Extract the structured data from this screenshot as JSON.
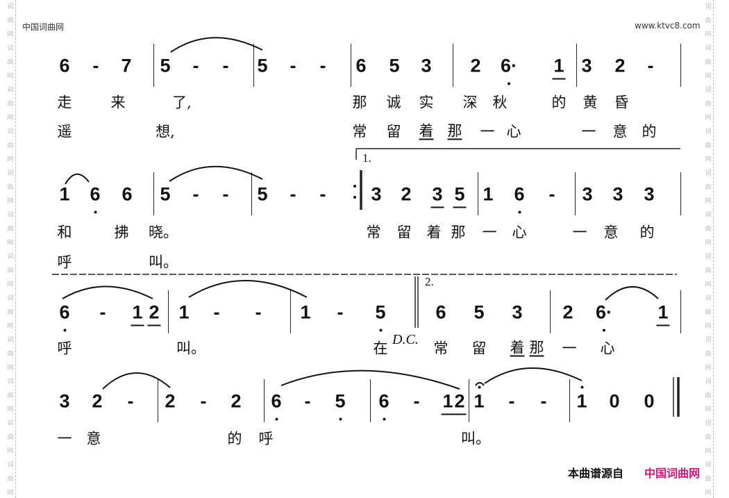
{
  "header": {
    "site_left": "中国词曲网",
    "site_right": "www.ktvc8.com"
  },
  "watermark": [
    "词",
    "曲",
    "网"
  ],
  "lines": [
    {
      "notes": [
        {
          "n": "6"
        },
        {
          "n": "-"
        },
        {
          "n": "7"
        },
        {
          "n": "5"
        },
        {
          "n": "-"
        },
        {
          "n": "-"
        },
        {
          "n": "5"
        },
        {
          "n": "-"
        },
        {
          "n": "-"
        },
        {
          "n": "6"
        },
        {
          "n": "5"
        },
        {
          "n": "3"
        },
        {
          "n": "2"
        },
        {
          "n": "6·",
          "low": true
        },
        {
          "n": "1",
          "ul": true
        },
        {
          "n": "3"
        },
        {
          "n": "2"
        },
        {
          "n": "-"
        }
      ],
      "lyrics": [
        [
          "走",
          "来",
          "了,",
          "那",
          "诚",
          "实",
          "深",
          "秋",
          "的",
          "黄",
          "昏"
        ],
        [
          "遥",
          "想,",
          "常",
          "留",
          "着",
          "那",
          "一",
          "心",
          "一",
          "意",
          "的"
        ]
      ]
    },
    {
      "notes": [
        {
          "n": "1"
        },
        {
          "n": "6",
          "low": true
        },
        {
          "n": "6"
        },
        {
          "n": "5"
        },
        {
          "n": "-"
        },
        {
          "n": "-"
        },
        {
          "n": "5"
        },
        {
          "n": "-"
        },
        {
          "n": "-"
        },
        {
          "n": "3"
        },
        {
          "n": "2"
        },
        {
          "n": "3",
          "ul": true
        },
        {
          "n": "5",
          "ul": true
        },
        {
          "n": "1"
        },
        {
          "n": "6",
          "low": true
        },
        {
          "n": "-"
        },
        {
          "n": "3"
        },
        {
          "n": "3"
        },
        {
          "n": "3"
        }
      ],
      "volta": "1.",
      "lyrics": [
        [
          "和",
          "拂",
          "晓。",
          "常",
          "留",
          "着",
          "那",
          "一",
          "心",
          "一",
          "意",
          "的"
        ],
        [
          "呼",
          "叫。"
        ]
      ]
    },
    {
      "notes": [
        {
          "n": "6",
          "low": true
        },
        {
          "n": "-"
        },
        {
          "n": "1",
          "ul": true
        },
        {
          "n": "2",
          "ul": true
        },
        {
          "n": "1"
        },
        {
          "n": "-"
        },
        {
          "n": "-"
        },
        {
          "n": "1"
        },
        {
          "n": "-"
        },
        {
          "n": "5",
          "low": true
        },
        {
          "n": "6"
        },
        {
          "n": "5"
        },
        {
          "n": "3"
        },
        {
          "n": "2"
        },
        {
          "n": "6·",
          "low": true
        },
        {
          "n": "1",
          "ul": true
        }
      ],
      "volta": "2.",
      "dc": "D.C.",
      "lyrics": [
        [
          "呼",
          "叫。",
          "在",
          "常",
          "留",
          "着",
          "那",
          "一",
          "心"
        ]
      ]
    },
    {
      "notes": [
        {
          "n": "3"
        },
        {
          "n": "2"
        },
        {
          "n": "-"
        },
        {
          "n": "2"
        },
        {
          "n": "-"
        },
        {
          "n": "2"
        },
        {
          "n": "6",
          "low": true
        },
        {
          "n": "-"
        },
        {
          "n": "5",
          "low": true
        },
        {
          "n": "6",
          "low": true
        },
        {
          "n": "-"
        },
        {
          "n": "1",
          "ul": true
        },
        {
          "n": "2",
          "ul": true
        },
        {
          "n": "1",
          "high": true
        },
        {
          "n": "-"
        },
        {
          "n": "-"
        },
        {
          "n": "1",
          "high": true
        },
        {
          "n": "0"
        },
        {
          "n": "0"
        }
      ],
      "lyrics": [
        [
          "一",
          "意",
          "的",
          "呼",
          "叫。"
        ]
      ]
    }
  ],
  "footer": {
    "source_label": "本曲谱源自",
    "source_site": "中国词曲网",
    "source_color": "#e0127a"
  }
}
